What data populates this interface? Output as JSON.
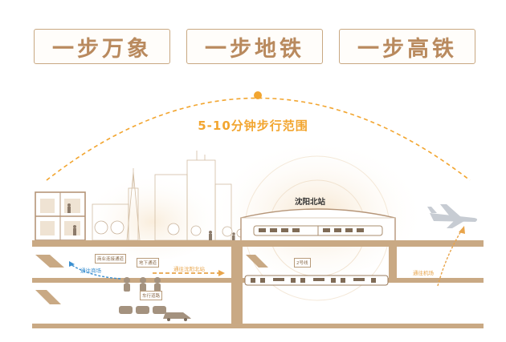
{
  "taglines": [
    "一步万象",
    "一步地铁",
    "一步高铁"
  ],
  "range_label": "5-10分钟步行范围",
  "station_name": "沈阳北站",
  "labels": {
    "mall_link": "商业连接通道",
    "underground_link": "地下通道",
    "line2": "2号线",
    "parking": "车行道路",
    "to_mall": "通往商场",
    "to_station": "通往沈阳北站",
    "to_airport": "通往机场"
  },
  "colors": {
    "ground": "#c9a984",
    "accent": "#f2a52f",
    "blue_arrow": "#3a8fd0",
    "tagline_text": "#b98a5e"
  }
}
